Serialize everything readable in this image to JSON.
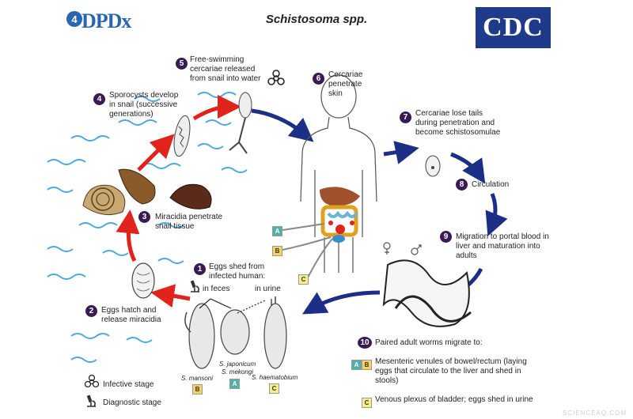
{
  "header": {
    "title": "Schistosoma spp.",
    "logo_left": "DPDx",
    "logo_right": "CDC"
  },
  "steps": [
    {
      "num": "1",
      "text": "Eggs shed from infected human:"
    },
    {
      "num": "2",
      "text": "Eggs hatch and release miracidia"
    },
    {
      "num": "3",
      "text": "Miracidia penetrate snail tissue"
    },
    {
      "num": "4",
      "text": "Sporocysts develop in snail (successive generations)"
    },
    {
      "num": "5",
      "text": "Free-swimming cercariae released from snail into water"
    },
    {
      "num": "6",
      "text": "Cercariae penetrate skin"
    },
    {
      "num": "7",
      "text": "Cercariae lose tails during penetration and become schistosomulae"
    },
    {
      "num": "8",
      "text": "Circulation"
    },
    {
      "num": "9",
      "text": "Migration to portal blood in liver and maturation into adults"
    },
    {
      "num": "10",
      "text": "Paired adult worms migrate to:"
    }
  ],
  "egg_sources": {
    "feces": "in feces",
    "urine": "in urine"
  },
  "egg_species": [
    {
      "name": "S. mansoni",
      "tag": "B"
    },
    {
      "name": "S. japonicum",
      "tag": ""
    },
    {
      "name": "S. mekongi",
      "tag": "A"
    },
    {
      "name": "S. haematobium",
      "tag": "C"
    }
  ],
  "body_tags": [
    "A",
    "B",
    "C"
  ],
  "destinations": [
    {
      "tags": "A B",
      "text": "Mesenteric venules of bowel/rectum (laying eggs that circulate to the liver and shed in stools)"
    },
    {
      "tags": "C",
      "text": "Venous plexus of bladder; eggs shed in urine"
    }
  ],
  "legend": {
    "infective": "Infective stage",
    "diagnostic": "Diagnostic stage"
  },
  "watermark": "SCIENCEAQ.COM",
  "colors": {
    "step_circle": "#3a1a52",
    "red_arrow": "#e0231b",
    "blue_arrow": "#1c2f86",
    "water": "#4aa8e0",
    "tag_A": "#4fb0a8",
    "tag_B": "#f4d35e",
    "tag_C": "#f7ee8c"
  }
}
